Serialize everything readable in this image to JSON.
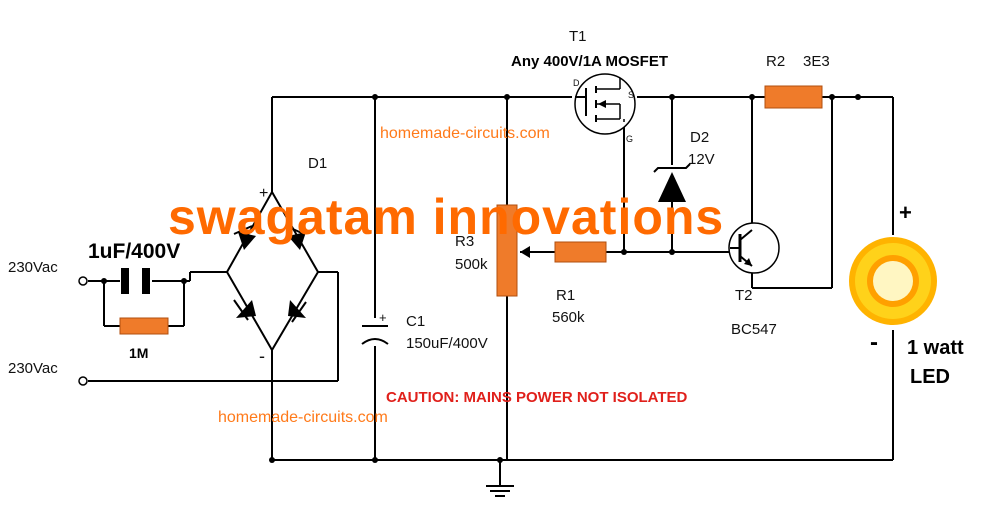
{
  "colors": {
    "resistor": "#ef7b2a",
    "watermark_brand": "#ff6a00",
    "watermark_site": "#ff7a1a",
    "caution": "#e0201b",
    "led_ring": "#ffb300",
    "led_inner": "#fff6c2",
    "wire": "#000000"
  },
  "brand_watermark": "swagatam innovations",
  "site_watermark_1": "homemade-circuits.com",
  "site_watermark_2": "homemade-circuits.com",
  "caution": "CAUTION: MAINS POWER NOT ISOLATED",
  "ac_input": {
    "label_top": "230Vac",
    "label_bottom": "230Vac"
  },
  "input_cap": {
    "value": "1uF/400V"
  },
  "input_res": {
    "value": "1M"
  },
  "bridge": {
    "ref": "D1",
    "plus": "+",
    "minus": "-"
  },
  "c1": {
    "ref": "C1",
    "value": "150uF/400V",
    "plus": "+"
  },
  "t1": {
    "ref": "T1",
    "value": "Any 400V/1A MOSFET",
    "pin_d": "D",
    "pin_s": "S",
    "pin_g": "G"
  },
  "r2": {
    "ref": "R2",
    "value": "3E3"
  },
  "d2": {
    "ref": "D2",
    "value": "12V"
  },
  "r3": {
    "ref": "R3",
    "value": "500k"
  },
  "r1": {
    "ref": "R1",
    "value": "560k"
  },
  "t2": {
    "ref": "T2",
    "value": "BC547"
  },
  "led": {
    "plus": "+",
    "minus": "-",
    "label_1": "1 watt",
    "label_2": "LED"
  },
  "icons": [
    "ground-icon",
    "mosfet-icon",
    "npn-transistor-icon",
    "zener-diode-icon",
    "led-icon",
    "capacitor-icon",
    "bridge-rectifier-icon"
  ]
}
